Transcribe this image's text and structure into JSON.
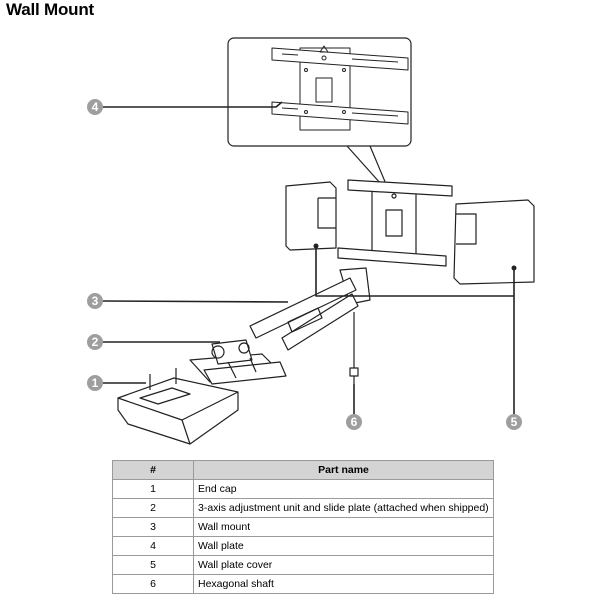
{
  "title": "Wall Mount",
  "callouts": [
    "4",
    "3",
    "2",
    "1",
    "6",
    "5"
  ],
  "table": {
    "headers": [
      "#",
      "Part name"
    ],
    "rows": [
      {
        "num": "1",
        "name": "End cap"
      },
      {
        "num": "2",
        "name": "3-axis adjustment unit and slide plate (attached when shipped)"
      },
      {
        "num": "3",
        "name": "Wall mount"
      },
      {
        "num": "4",
        "name": "Wall plate"
      },
      {
        "num": "5",
        "name": "Wall plate cover"
      },
      {
        "num": "6",
        "name": "Hexagonal shaft"
      }
    ]
  }
}
